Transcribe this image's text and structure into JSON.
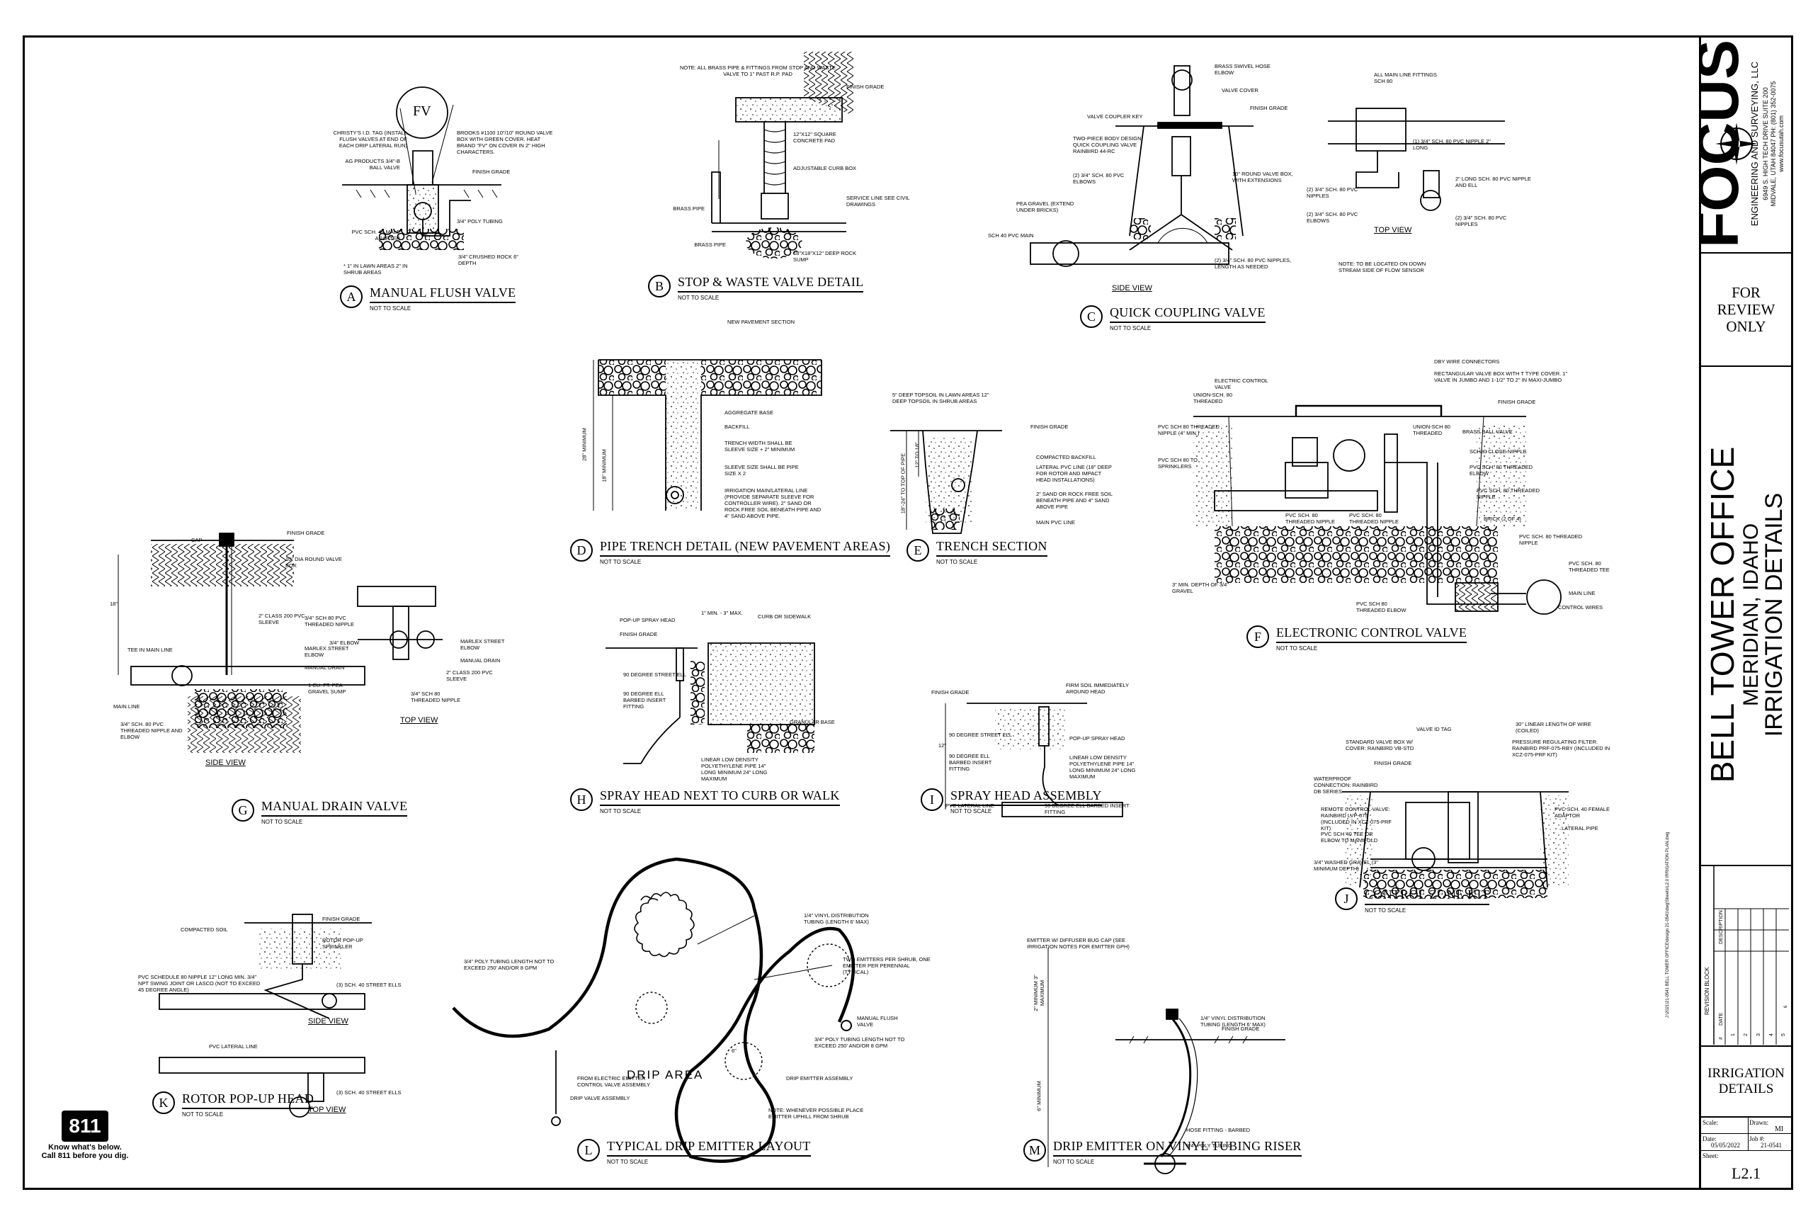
{
  "sheet": {
    "project": "BELL TOWER OFFICE",
    "location": "MERIDIAN, IDAHO",
    "sheet_title": "IRRIGATION DETAILS",
    "review": "FOR REVIEW ONLY",
    "company": "FOCUS",
    "company_sub": "ENGINEERING AND SURVEYING, LLC",
    "company_addr": "6949 S. HIGH TECH DRIVE SUITE 200",
    "company_city": "MIDVALE, UTAH 84047 PH: (801) 352-0075",
    "company_web": "www.focusutah.com",
    "revision_block": "REVISION BLOCK",
    "rev_cols": [
      "#",
      "DATE",
      "DESCRIPTION"
    ],
    "rev_rows": [
      "1",
      "2",
      "3",
      "4",
      "5",
      "6"
    ],
    "title_block": "IRRIGATION DETAILS",
    "scale_label": "Scale:",
    "drawn_label": "Drawn:",
    "drawn_value": "MI",
    "date_label": "Date:",
    "date_value": "05/05/2022",
    "job_label": "Job #:",
    "job_value": "21-0541",
    "sheet_label": "Sheet:",
    "sheet_number": "L2.1",
    "file_path": "J:\\2021\\21-0541 BELL TOWER OFFICE\\design 21-0541\\dwg\\Sheets\\L2.0 IRRIGATION PLAN.dwg"
  },
  "details": {
    "a": {
      "letter": "A",
      "title": "MANUAL FLUSH VALVE",
      "scale": "NOT TO SCALE"
    },
    "b": {
      "letter": "B",
      "title": "STOP & WASTE VALVE DETAIL",
      "scale": "NOT TO SCALE"
    },
    "c": {
      "letter": "C",
      "title": "QUICK COUPLING VALVE",
      "scale": "NOT TO SCALE"
    },
    "d": {
      "letter": "D",
      "title": "PIPE TRENCH DETAIL (NEW PAVEMENT AREAS)",
      "scale": "NOT TO SCALE"
    },
    "e": {
      "letter": "E",
      "title": "TRENCH SECTION",
      "scale": "NOT TO SCALE"
    },
    "f": {
      "letter": "F",
      "title": "ELECTRONIC CONTROL VALVE",
      "scale": "NOT TO SCALE"
    },
    "g": {
      "letter": "G",
      "title": "MANUAL DRAIN VALVE",
      "scale": "NOT TO SCALE"
    },
    "h": {
      "letter": "H",
      "title": "SPRAY HEAD NEXT TO CURB OR WALK",
      "scale": "NOT TO SCALE"
    },
    "i": {
      "letter": "I",
      "title": "SPRAY HEAD ASSEMBLY",
      "scale": "NOT TO SCALE"
    },
    "j": {
      "letter": "J",
      "title": "CONTROL ZONE KIT",
      "scale": "NOT TO SCALE"
    },
    "k": {
      "letter": "K",
      "title": "ROTOR POP-UP HEAD",
      "scale": "NOT TO SCALE"
    },
    "l": {
      "letter": "L",
      "title": "TYPICAL DRIP EMITTER LAYOUT",
      "scale": "NOT TO SCALE"
    },
    "m": {
      "letter": "M",
      "title": "DRIP EMITTER ON VINYL TUBING RISER",
      "scale": "NOT TO SCALE"
    }
  },
  "labels": {
    "a_fv": "FV",
    "a_tag": "CHRISTY'S I.D. TAG (INSTALL FLUSH VALVES AT END OF EACH DRIP LATERAL RUN)",
    "a_box": "BROOKS #1100 10\"/10\" ROUND VALVE BOX WITH GREEN COVER. HEAT BRAND \"FV\" ON COVER IN 2\" HIGH CHARACTERS.",
    "a_valve": "AG PRODUCTS 3/4\"-B BALL VALVE",
    "a_grade": "FINISH GRADE",
    "a_poly": "3/4\" POLY TUBING",
    "a_pvc": "PVC SCH. 40 MALE ADAPTER",
    "a_rock": "3/4\" CRUSHED ROCK 6\" DEPTH",
    "a_note": "* 1\" IN LAWN AREAS 2\" IN SHRUB AREAS",
    "b_note": "NOTE: ALL BRASS PIPE & FITTINGS FROM STOP AND WASTE VALVE TO 1\" PAST R.P. PAD",
    "b_grade": "FINISH GRADE",
    "b_pad": "12\"X12\" SQUARE CONCRETE PAD",
    "b_curb": "ADJUSTABLE CURB BOX",
    "b_service": "SERVICE LINE SEE CIVIL DRAWINGS",
    "b_brass": "BRASS PIPE",
    "b_brass2": "BRASS PIPE",
    "b_sump": "18\"X18\"X12\" DEEP ROCK SUMP",
    "c_swivel": "BRASS SWIVEL HOSE ELBOW",
    "c_cover": "VALVE COVER",
    "c_grade": "FINISH GRADE",
    "c_key": "VALVE COUPLER KEY",
    "c_body": "TWO-PIECE BODY DESIGN QUICK COUPLING VALVE RAINBIRD 44-RC",
    "c_elbow": "(2) 3/4\" SCH. 80 PVC ELBOWS",
    "c_box": "10\" ROUND VALVE BOX, WITH EXTENSIONS",
    "c_gravel": "PEA GRAVEL (EXTEND UNDER BRICKS)",
    "c_main": "SCH 40 PVC MAIN",
    "c_nipples": "(2) 3/4\" SCH. 80 PVC NIPPLES, LENGTH AS NEEDED",
    "c_side": "SIDE VIEW",
    "c_fittings": "ALL MAIN LINE FITTINGS SCH 80",
    "c_nip1": "(1) 3/4\" SCH. 80 PVC NIPPLE 2\" LONG",
    "c_nip2": "2\" LONG SCH. 80 PVC NIPPLE AND ELL",
    "c_nip3": "(2) 3/4\" SCH. 80 PVC NIPPLES",
    "c_elb2": "(2) 3/4\" SCH. 80 PVC ELBOWS",
    "c_nip4": "(2) 3/4\" SCH. 80 PVC NIPPLES",
    "c_top": "TOP VIEW",
    "c_note": "NOTE: TO BE LOCATED ON DOWN STREAM SIDE OF FLOW SENSOR",
    "d_new": "NEW PAVEMENT SECTION",
    "d_agg": "AGGREGATE BASE",
    "d_back": "BACKFILL",
    "d_trench": "TRENCH WIDTH SHALL BE SLEEVE SIZE + 2\" MINIMUM",
    "d_sleeve": "SLEEVE SIZE SHALL BE PIPE SIZE X 2",
    "d_irr": "IRRIGATION MAIN/LATERAL LINE (PROVIDE SEPARATE SLEEVE FOR CONTROLLER WIRE). 2\" SAND OR ROCK FREE SOIL BENEATH PIPE AND 4\" SAND ABOVE PIPE.",
    "d_min": "28\" MINIMUM",
    "d_min2": "18\" MINIMUM",
    "e_top": "5\" DEEP TOPSOIL IN LAWN AREAS 12\" DEEP TOPSOIL IN SHRUB AREAS",
    "e_grade": "FINISH GRADE",
    "e_comp": "COMPACTED BACKFILL",
    "e_lat": "LATERAL PVC LINE (18\" DEEP FOR ROTOR AND IMPACT HEAD INSTALLATIONS)",
    "e_sand": "2\" SAND OR ROCK FREE SOIL BENEATH PIPE AND 4\" SAND ABOVE PIPE",
    "e_main": "MAIN PVC LINE",
    "e_dim1": "12\" TO 18\"",
    "e_dim2": "18\"-24\" TO TOP OF PIPE",
    "f_dbr": "DBY WIRE CONNECTORS",
    "f_rect": "RECTANGULAR VALVE BOX WITH T TYPE COVER. 1\" VALVE IN JUMBO AND 1-1/2\" TO 2\" IN MAXI-JUMBO",
    "f_ecv": "ELECTRIC CONTROL VALVE",
    "f_union": "UNION-SCH. 80 THREADED",
    "f_grade": "FINISH GRADE",
    "f_pvcnip": "PVC SCH 80 THREADED NIPPLE (4\" MIN.)",
    "f_union2": "UNION-SCH 80 THREADED",
    "f_ball": "BRASS BALL VALVE",
    "f_close": "SCH80 CLOSE NIPPLE",
    "f_tosp": "PVC SCH 80 TO SPRINKLERS",
    "f_thel": "PVC SCH. 80 THREADED ELBOW",
    "f_thnip": "PVC SCH. 80 THREADED NIPPLE",
    "f_brick": "BRICK (2 OF 4)",
    "f_tnip1": "PVC SCH. 80 THREADED NIPPLE",
    "f_tnip2": "PVC SCH. 80 THREADED NIPPLE",
    "f_tnip3": "PVC SCH. 80 THREADED NIPPLE",
    "f_gravel": "3\" MIN. DEPTH OF 3/4\" GRAVEL",
    "f_tee": "PVC SCH. 80 THREADED TEE",
    "f_main": "MAIN LINE",
    "f_elbow": "PVC SCH 80 THREADED ELBOW",
    "f_wires": "CONTROL WIRES",
    "g_cap": "CAP",
    "g_grade": "FINISH GRADE",
    "g_box": "10\" DIA ROUND VALVE BOX",
    "g_sleeve": "2\" CLASS 200 PVC SLEEVE",
    "g_dim": "18\"",
    "g_tee": "TEE IN MAIN LINE",
    "g_elbow": "MARLEX STREET ELBOW",
    "g_manual": "MANUAL DRAIN",
    "g_gravel": "1 CU. FT. PEA GRAVEL SUMP",
    "g_main": "MAIN LINE",
    "g_nip": "3/4\" SCH. 80 PVC THREADED NIPPLE AND ELBOW",
    "g_side": "SIDE VIEW",
    "g_t1": "3/4\" SCH 80 PVC THREADED NIPPLE",
    "g_t2": "3/4\" ELBOW",
    "g_t3": "MARLEX STREET ELBOW",
    "g_t4": "MANUAL DRAIN",
    "g_t5": "2\" CLASS 200 PVC SLEEVE",
    "g_t6": "3/4\" SCH 80 THREADED NIPPLE",
    "g_top": "TOP VIEW",
    "h_head": "POP-UP SPRAY HEAD",
    "h_dim": "1\" MIN. - 3\" MAX.",
    "h_curb": "CURB OR SIDEWALK",
    "h_grade": "FINISH GRADE",
    "h_ell": "90 DEGREE STREET ELL",
    "h_barb": "90 DEGREE ELL BARBED INSERT FITTING",
    "h_gran": "GRANULAR BASE",
    "h_pipe": "LINEAR LOW DENSITY POLYETHYLENE PIPE 14\" LONG MINIMUM 24\" LONG MAXIMUM",
    "i_grade": "FINISH GRADE",
    "i_firm": "FIRM SOIL IMMEDIATELY AROUND HEAD",
    "i_ell": "90 DEGREE STREET ELL",
    "i_head": "POP-UP SPRAY HEAD",
    "i_barb": "90 DEGREE ELL BARBED INSERT FITTING",
    "i_pipe": "LINEAR LOW DENSITY POLYETHYLENE PIPE 14\" LONG MINIMUM 24\" LONG MAXIMUM",
    "i_lat": "PVC LATERAL LINE",
    "i_barb2": "90 DEGREE ELL BARBED INSERT FITTING",
    "i_dim": "12\"",
    "j_tag": "VALVE ID TAG",
    "j_wire": "30\" LINEAR LENGTH OF WIRE (COILED)",
    "j_box": "STANDARD VALVE BOX W/ COVER: RAINBIRD VB-STD",
    "j_filter": "PRESSURE REGULATING FILTER: RAINBIRD PRF-075-RBY (INCLUDED IN XCZ-075-PRF KIT)",
    "j_grade": "FINISH GRADE",
    "j_water": "WATERPROOF CONNECTION: RAINBIRD DB SERIES",
    "j_remote": "REMOTE CONTROL VALVE: RAINBIRD LVP-075 (INCLUDED IN XCZ-075-PRF KIT)",
    "j_pvc40": "PVC SCH. 40 FEMALE ADAPTOR",
    "j_tee": "PVC SCH 40 TEE OR ELBOW TO MANIFOLD",
    "j_lat": "LATERAL PIPE",
    "j_gravel": "3/4\" WASHED GRAVEL (3\" MINIMUM DEPTH)",
    "k_grade": "FINISH GRADE",
    "k_soil": "COMPACTED SOIL",
    "k_rotor": "ROTOR POP-UP SPRINKLER",
    "k_pvc": "PVC SCHEDULE 80 NIPPLE 12\" LONG MIN. 3/4\" NPT SWING JOINT OR LASCO (NOT TO EXCEED 45 DEGREE ANGLE)",
    "k_ells": "(3) SCH. 40 STREET ELLS",
    "k_side": "SIDE VIEW",
    "k_lat": "PVC LATERAL LINE",
    "k_ells2": "(3) SCH. 40 STREET ELLS",
    "k_top": "TOP VIEW",
    "l_vinyl": "1/4\" VINYL DISTRIBUTION TUBING (LENGTH 6' MAX)",
    "l_two": "TWO EMITTERS PER SHRUB, ONE EMITTER PER PERENNIAL (TYPICAL)",
    "l_poly": "3/4\" POLY TUBING LENGTH NOT TO EXCEED 250' AND/OR 8 GPM",
    "l_manual": "MANUAL FLUSH VALVE",
    "l_poly2": "3/4\" POLY TUBING LENGTH NOT TO EXCEED 250' AND/OR 8 GPM",
    "l_area": "DRIP AREA",
    "l_dim": "6\"",
    "l_assy": "DRIP EMITTER ASSEMBLY",
    "l_from": "FROM ELECTRIC EMITTER CONTROL VALVE ASSEMBLY",
    "l_drip": "DRIP VALVE ASSEMBLY",
    "l_note": "NOTE: WHENEVER POSSIBLE PLACE EMITTER UPHILL FROM SHRUB",
    "m_emit": "EMITTER W/ DIFFUSER BUG CAP (SEE IRRIGATION NOTES FOR EMITTER GPH)",
    "m_vinyl": "1/4\" VINYL DISTRIBUTION TUBING (LENGTH 6' MAX)",
    "m_grade": "FINISH GRADE",
    "m_hose": "HOSE FITTING - BARBED",
    "m_poly": "3/4\" POLY TUBING",
    "m_dim1": "2\" MINIMUM 3\" MAXIMUM",
    "m_dim2": "6\" MINIMUM"
  },
  "logo811": {
    "number": "811",
    "line1": "Know what's below.",
    "line2": "Call 811 before you dig."
  }
}
